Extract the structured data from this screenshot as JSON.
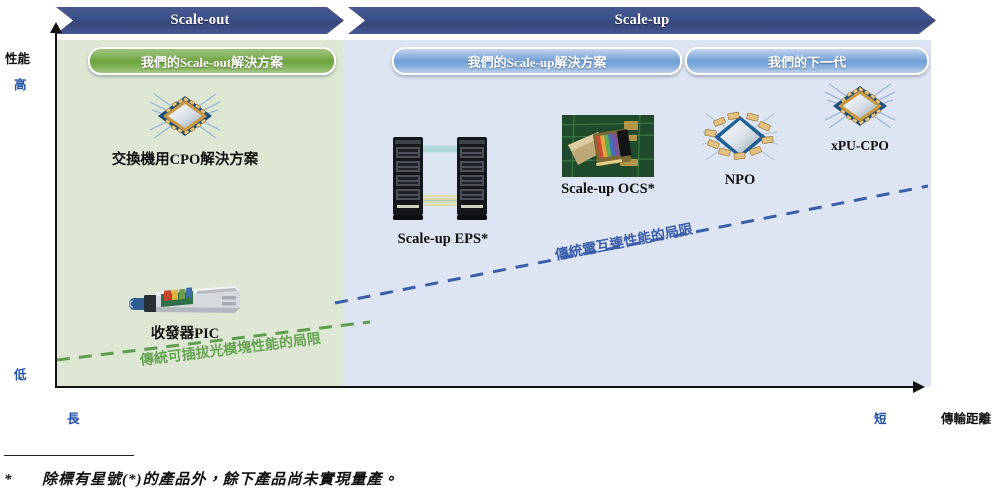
{
  "banners": [
    {
      "id": "scale-out",
      "label": "Scale-out"
    },
    {
      "id": "scale-up",
      "label": "Scale-up"
    }
  ],
  "pills": [
    {
      "id": "our-scale-out-solution",
      "label": "我們的Scale-out解決方案",
      "color": "#6ba33e"
    },
    {
      "id": "our-scale-up-solution",
      "label": "我們的Scale-up解決方案",
      "color": "#6e9ed4"
    },
    {
      "id": "our-next-generation",
      "label": "我們的下一代",
      "color": "#6e9ed4"
    }
  ],
  "axes": {
    "y": {
      "title": "性能",
      "high": "高",
      "low": "低"
    },
    "x": {
      "title": "傳輸距離",
      "long": "長",
      "short": "短"
    }
  },
  "regions": [
    {
      "id": "scale-out-region",
      "color": "#dde7d3"
    },
    {
      "id": "scale-up-region",
      "color": "#dee5f2"
    }
  ],
  "products": [
    {
      "id": "switch-cpo",
      "label": "交換機用CPO解決方案",
      "icon": "chip-diamond-icon"
    },
    {
      "id": "transceiver-pic",
      "label": "收發器PIC",
      "icon": "optical-transceiver-icon"
    },
    {
      "id": "scale-up-eps",
      "label": "Scale-up EPS*",
      "icon": "server-racks-icon"
    },
    {
      "id": "scale-up-ocs",
      "label": "Scale-up OCS*",
      "icon": "pcb-photo-icon"
    },
    {
      "id": "npo",
      "label": "NPO",
      "icon": "npo-chip-icon"
    },
    {
      "id": "xpu-cpo",
      "label": "xPU-CPO",
      "icon": "chip-diamond-icon"
    }
  ],
  "limits": [
    {
      "id": "pluggable-optics-limit",
      "label": "傳統可插拔光模塊性能的局限",
      "color": "#67a455"
    },
    {
      "id": "electrical-interconnect-limit",
      "label": "傳統電互連性能的局限",
      "color": "#3b5eab"
    }
  ],
  "footnote": {
    "marker": "*",
    "text": "除標有星號(*)的產品外，餘下產品尚未實現量產。"
  },
  "chart_data": {
    "type": "scatter",
    "title": "",
    "xlabel": "傳輸距離",
    "ylabel": "性能",
    "x_tick_labels": [
      "長",
      "短"
    ],
    "y_tick_labels": [
      "低",
      "高"
    ],
    "grid": false,
    "legend": "none",
    "bands": [
      {
        "name": "Scale-out",
        "x_range": [
          0,
          0.33
        ],
        "color": "#dde7d3"
      },
      {
        "name": "Scale-up",
        "x_range": [
          0.33,
          1.0
        ],
        "color": "#dee5f2"
      }
    ],
    "points": [
      {
        "label": "交換機用CPO解決方案",
        "x": 0.16,
        "y": 0.78
      },
      {
        "label": "收發器PIC",
        "x": 0.18,
        "y": 0.26
      },
      {
        "label": "Scale-up EPS*",
        "x": 0.42,
        "y": 0.58
      },
      {
        "label": "Scale-up OCS*",
        "x": 0.6,
        "y": 0.66
      },
      {
        "label": "NPO",
        "x": 0.76,
        "y": 0.73
      },
      {
        "label": "xPU-CPO",
        "x": 0.89,
        "y": 0.83
      }
    ],
    "trend_lines": [
      {
        "name": "傳統可插拔光模塊性能的局限",
        "style": "dashed",
        "color": "#67a455",
        "x": [
          0.0,
          0.36
        ],
        "y": [
          0.09,
          0.22
        ]
      },
      {
        "name": "傳統電互連性能的局限",
        "style": "dashed",
        "color": "#3b5eab",
        "x": [
          0.33,
          1.0
        ],
        "y": [
          0.28,
          0.56
        ]
      }
    ]
  }
}
